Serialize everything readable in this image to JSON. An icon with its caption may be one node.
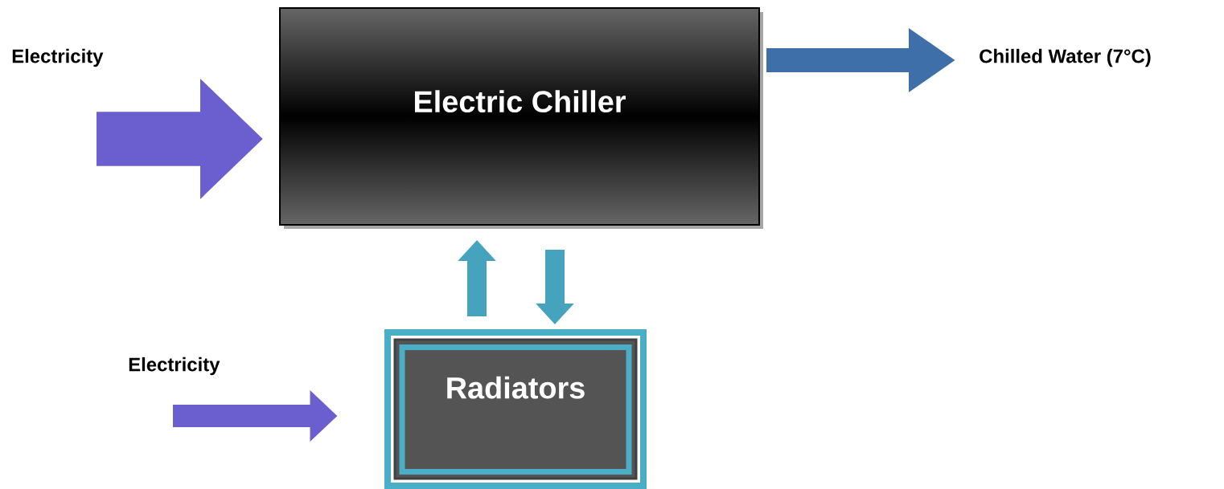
{
  "diagram": {
    "nodes": [
      {
        "text": [
          "Electricity"
        ]
      },
      {
        "text": [
          "Electric Chiller"
        ]
      },
      {
        "text": [
          "Chilled Water (7°C)"
        ]
      },
      {
        "text": [
          "Electricity"
        ]
      },
      {
        "text": [
          "Radiators"
        ]
      }
    ],
    "edges": [
      {
        "from": 0,
        "to": 1,
        "arrow": "to",
        "style": "thick",
        "color": "#6b5fcf"
      },
      {
        "from": 1,
        "to": 2,
        "arrow": "to",
        "color": "#3f6fa9"
      },
      {
        "from": 3,
        "to": 4,
        "arrow": "to",
        "color": "#6b5fcf"
      },
      {
        "from": 4,
        "to": 1,
        "arrow": "to",
        "color": "#45a3bd"
      },
      {
        "from": 1,
        "to": 4,
        "arrow": "to",
        "color": "#45a3bd"
      }
    ]
  }
}
